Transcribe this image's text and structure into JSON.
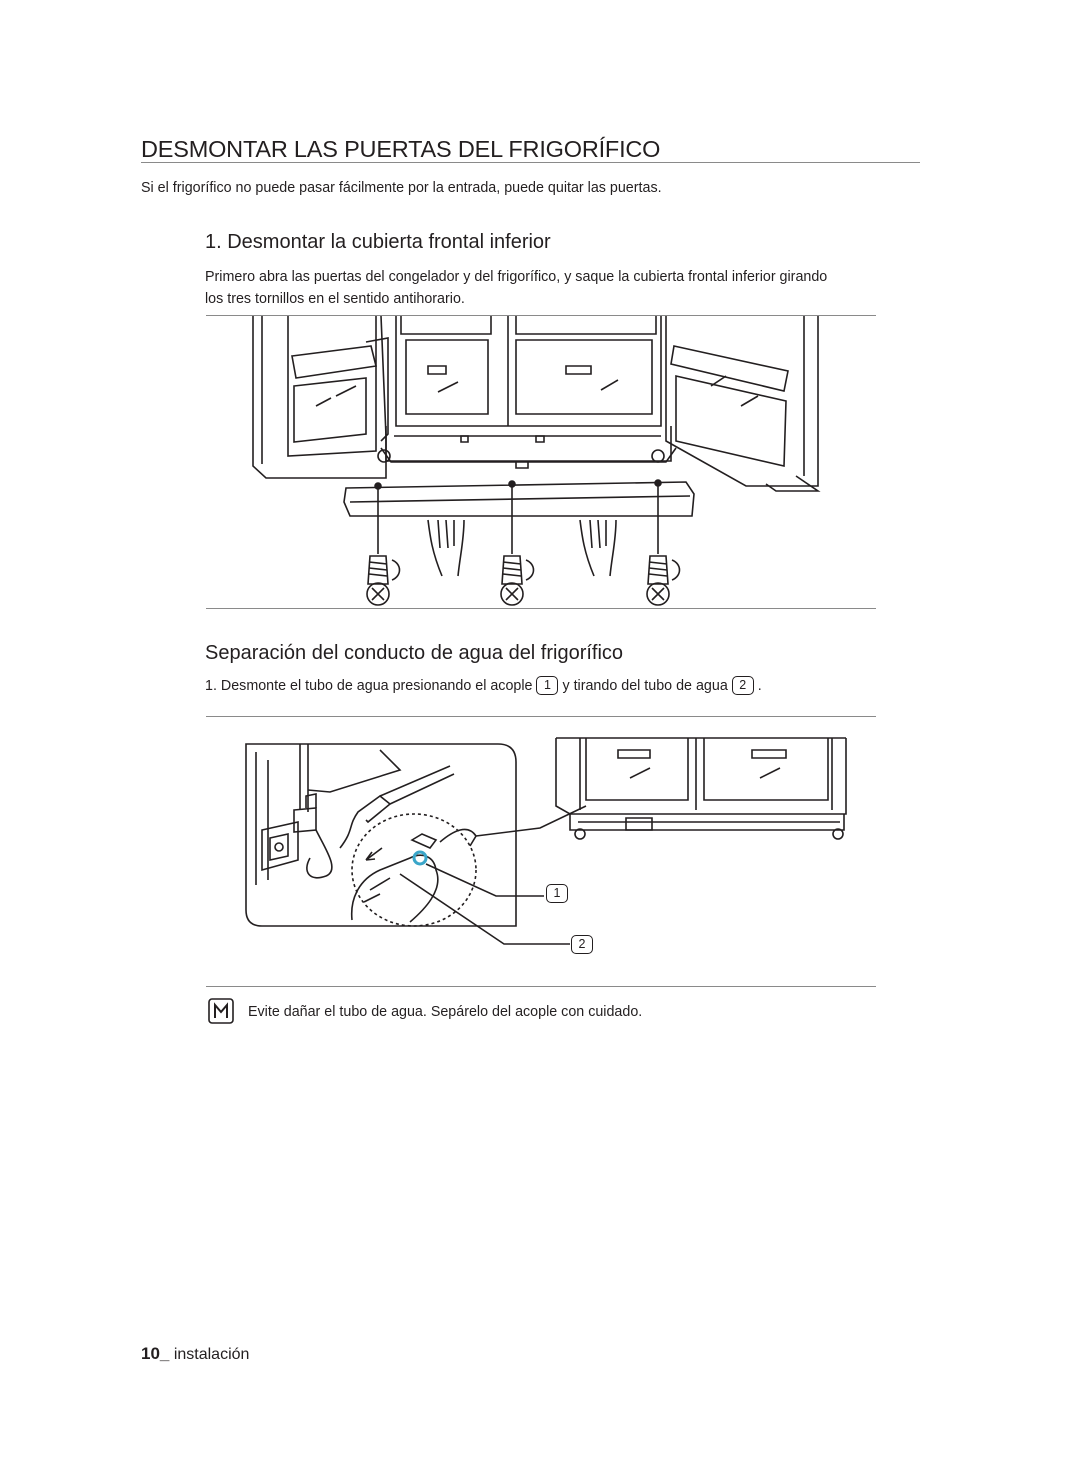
{
  "page": {
    "title": "DESMONTAR LAS PUERTAS DEL FRIGORÍFICO",
    "intro": "Si el frigorífico no puede pasar fácilmente por la entrada, puede quitar las puertas."
  },
  "section1": {
    "heading": "1. Desmontar la cubierta frontal inferior",
    "body_line1": "Primero abra las puertas del congelador y del frigorífico, y saque la cubierta frontal inferior girando",
    "body_line2": "los tres tornillos en el sentido antihorario."
  },
  "section2": {
    "heading": "Separación del conducto de agua del frigorífico",
    "step_prefix": "1. Desmonte el tubo de agua presionando el acople",
    "step_badge1": "1",
    "step_middle": "y tirando del tubo de agua",
    "step_badge2": "2",
    "step_end": ".",
    "callout1": "1",
    "callout2": "2"
  },
  "note": {
    "icon": "note-icon",
    "text": "Evite dañar el tubo de agua. Sepárelo del acople con cuidado."
  },
  "footer": {
    "page_number": "10_",
    "section": "instalación"
  },
  "colors": {
    "text": "#231f20",
    "rule": "#8a8a8a",
    "coupler_accent": "#3aa6c9"
  }
}
